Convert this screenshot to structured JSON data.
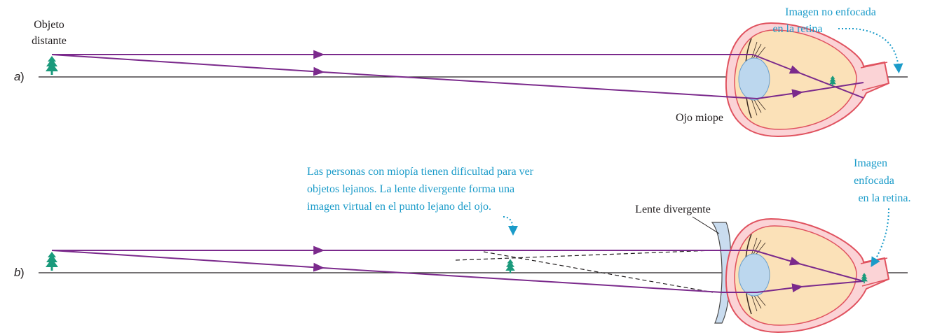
{
  "panel_a": {
    "letter": "a",
    "paren": ")",
    "object_label_line1": "Objeto",
    "object_label_line2": "distante",
    "note_line1": "Imagen no enfocada",
    "note_line2": "en la retina",
    "eye_label": "Ojo miope"
  },
  "panel_b": {
    "letter": "b",
    "paren": ")",
    "note_line1": "Las personas con miopía tienen dificultad para ver",
    "note_line2": "objetos lejanos. La lente divergente forma una",
    "note_line3": "imagen virtual en el punto lejano del ojo.",
    "lens_label": "Lente divergente",
    "retina_note_line1": "Imagen",
    "retina_note_line2": "enfocada",
    "retina_note_line3": "en la retina."
  },
  "colors": {
    "ray": "#7b2a8c",
    "note": "#1a9bc9",
    "eye_fill": "#fbe1b8",
    "eye_wall": "#e0525f",
    "eye_wall_fill": "#fbd3d6",
    "lens_fill": "#bcd7ee",
    "tree": "#1a9a7c"
  }
}
